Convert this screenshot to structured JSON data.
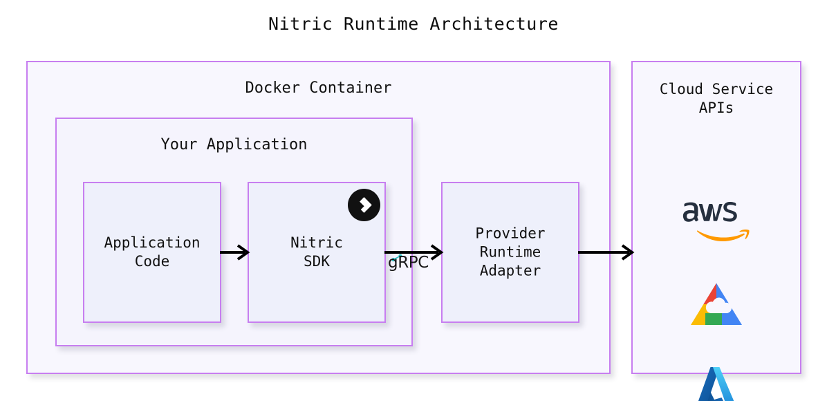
{
  "diagram": {
    "title": "Nitric Runtime Architecture",
    "type": "architecture-block-diagram"
  },
  "theme": {
    "page_background": "#ffffff",
    "box_border": "#c77ef0",
    "box_fill_outer": "#f8f7fe",
    "box_fill_mid": "#f5f4fd",
    "box_fill_leaf": "#eef0fb",
    "text": "#111111",
    "arrow": "#000000",
    "grpc_accent": "#2bbfbf",
    "aws_text": "#252f3e",
    "aws_smile": "#ff9900",
    "gcp_red": "#ea4335",
    "gcp_yellow": "#fbbc05",
    "gcp_green": "#34a853",
    "gcp_blue": "#4285f4",
    "azure_dark": "#0d5ca8",
    "azure_light": "#35c1f1",
    "nitric_badge_bg": "#111111",
    "nitric_badge_glyph": "#ffffff"
  },
  "containers": {
    "docker": {
      "label": "Docker Container",
      "children": {
        "your_application": {
          "label": "Your Application",
          "nodes": [
            {
              "id": "application-code",
              "label": "Application\nCode"
            },
            {
              "id": "nitric-sdk",
              "label": "Nitric\nSDK",
              "badge": "nitric-logo"
            }
          ]
        },
        "provider_adapter": {
          "id": "provider-adapter",
          "label": "Provider\nRuntime\nAdapter"
        }
      }
    },
    "cloud_service_apis": {
      "label": "Cloud Service\nAPIs",
      "providers": [
        {
          "id": "aws",
          "name": "aws",
          "icon": "aws-logo"
        },
        {
          "id": "gcp",
          "name": "Google Cloud",
          "icon": "google-cloud-icon"
        },
        {
          "id": "azure",
          "name": "Microsoft Azure",
          "icon": "azure-icon"
        }
      ]
    }
  },
  "connections": [
    {
      "id": "code-to-sdk",
      "from": "application-code",
      "to": "nitric-sdk",
      "label": ""
    },
    {
      "id": "sdk-to-adapter",
      "from": "nitric-sdk",
      "to": "provider-adapter",
      "label": "gRPC"
    },
    {
      "id": "adapter-to-cloud",
      "from": "provider-adapter",
      "to": "cloud-service-apis",
      "label": ""
    }
  ]
}
